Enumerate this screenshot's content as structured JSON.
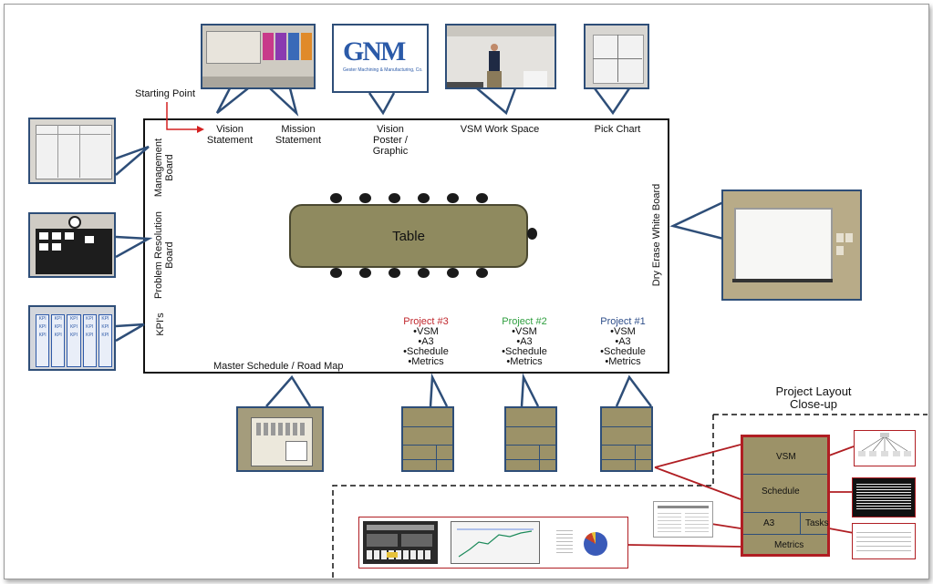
{
  "labels": {
    "starting_point": "Starting Point",
    "vision_statement": "Vision\nStatement",
    "mission_statement": "Mission\nStatement",
    "vision_poster": "Vision\nPoster /\nGraphic",
    "vsm_work_space": "VSM Work Space",
    "pick_chart": "Pick Chart",
    "management_board": "Management\nBoard",
    "problem_resolution_board": "Problem Resolution\nBoard",
    "kpis": "KPI's",
    "dry_erase_white_board": "Dry Erase White Board",
    "table": "Table",
    "master_schedule": "Master Schedule / Road Map",
    "project_layout_closeup": "Project Layout\nClose-up"
  },
  "logo": {
    "text": "GNM",
    "subtext": "Gester Machining & Manufacturing, Co."
  },
  "kpi_board_text": "KPI",
  "projects": [
    {
      "title": "Project #3",
      "color": "#c0272d",
      "items": [
        "•VSM",
        "•A3",
        "•Schedule",
        "•Metrics"
      ]
    },
    {
      "title": "Project #2",
      "color": "#2e9e3e",
      "items": [
        "•VSM",
        "•A3",
        "•Schedule",
        "•Metrics"
      ]
    },
    {
      "title": "Project #1",
      "color": "#2e4e8a",
      "items": [
        "•VSM",
        "•A3",
        "•Schedule",
        "•Metrics"
      ]
    }
  ],
  "closeup_board": {
    "vsm": "VSM",
    "schedule": "Schedule",
    "a3": "A3",
    "tasks": "Tasks",
    "metrics": "Metrics"
  },
  "colors": {
    "frame_blue": "#2e4e78",
    "red_arrow": "#d42020",
    "closeup_red": "#b01e23",
    "board_tan": "#9c9268",
    "table_olive": "#8f8a5f"
  }
}
